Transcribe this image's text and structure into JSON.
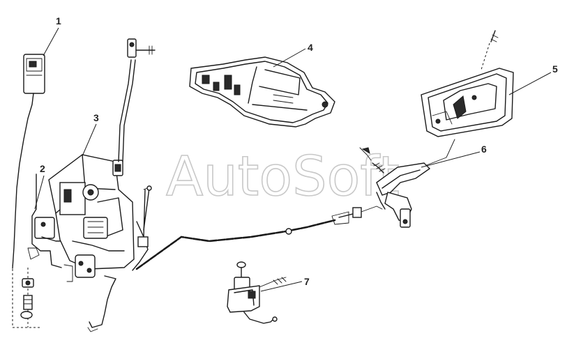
{
  "diagram": {
    "watermark": "AutoSoft",
    "callouts": [
      {
        "id": "1",
        "label": "1"
      },
      {
        "id": "2",
        "label": "2"
      },
      {
        "id": "3",
        "label": "3"
      },
      {
        "id": "4",
        "label": "4"
      },
      {
        "id": "5",
        "label": "5"
      },
      {
        "id": "6",
        "label": "6"
      },
      {
        "id": "7",
        "label": "7"
      }
    ]
  },
  "colors": {
    "line": "#1a1a1a",
    "background": "#ffffff",
    "watermark": "#c8c8c8"
  }
}
